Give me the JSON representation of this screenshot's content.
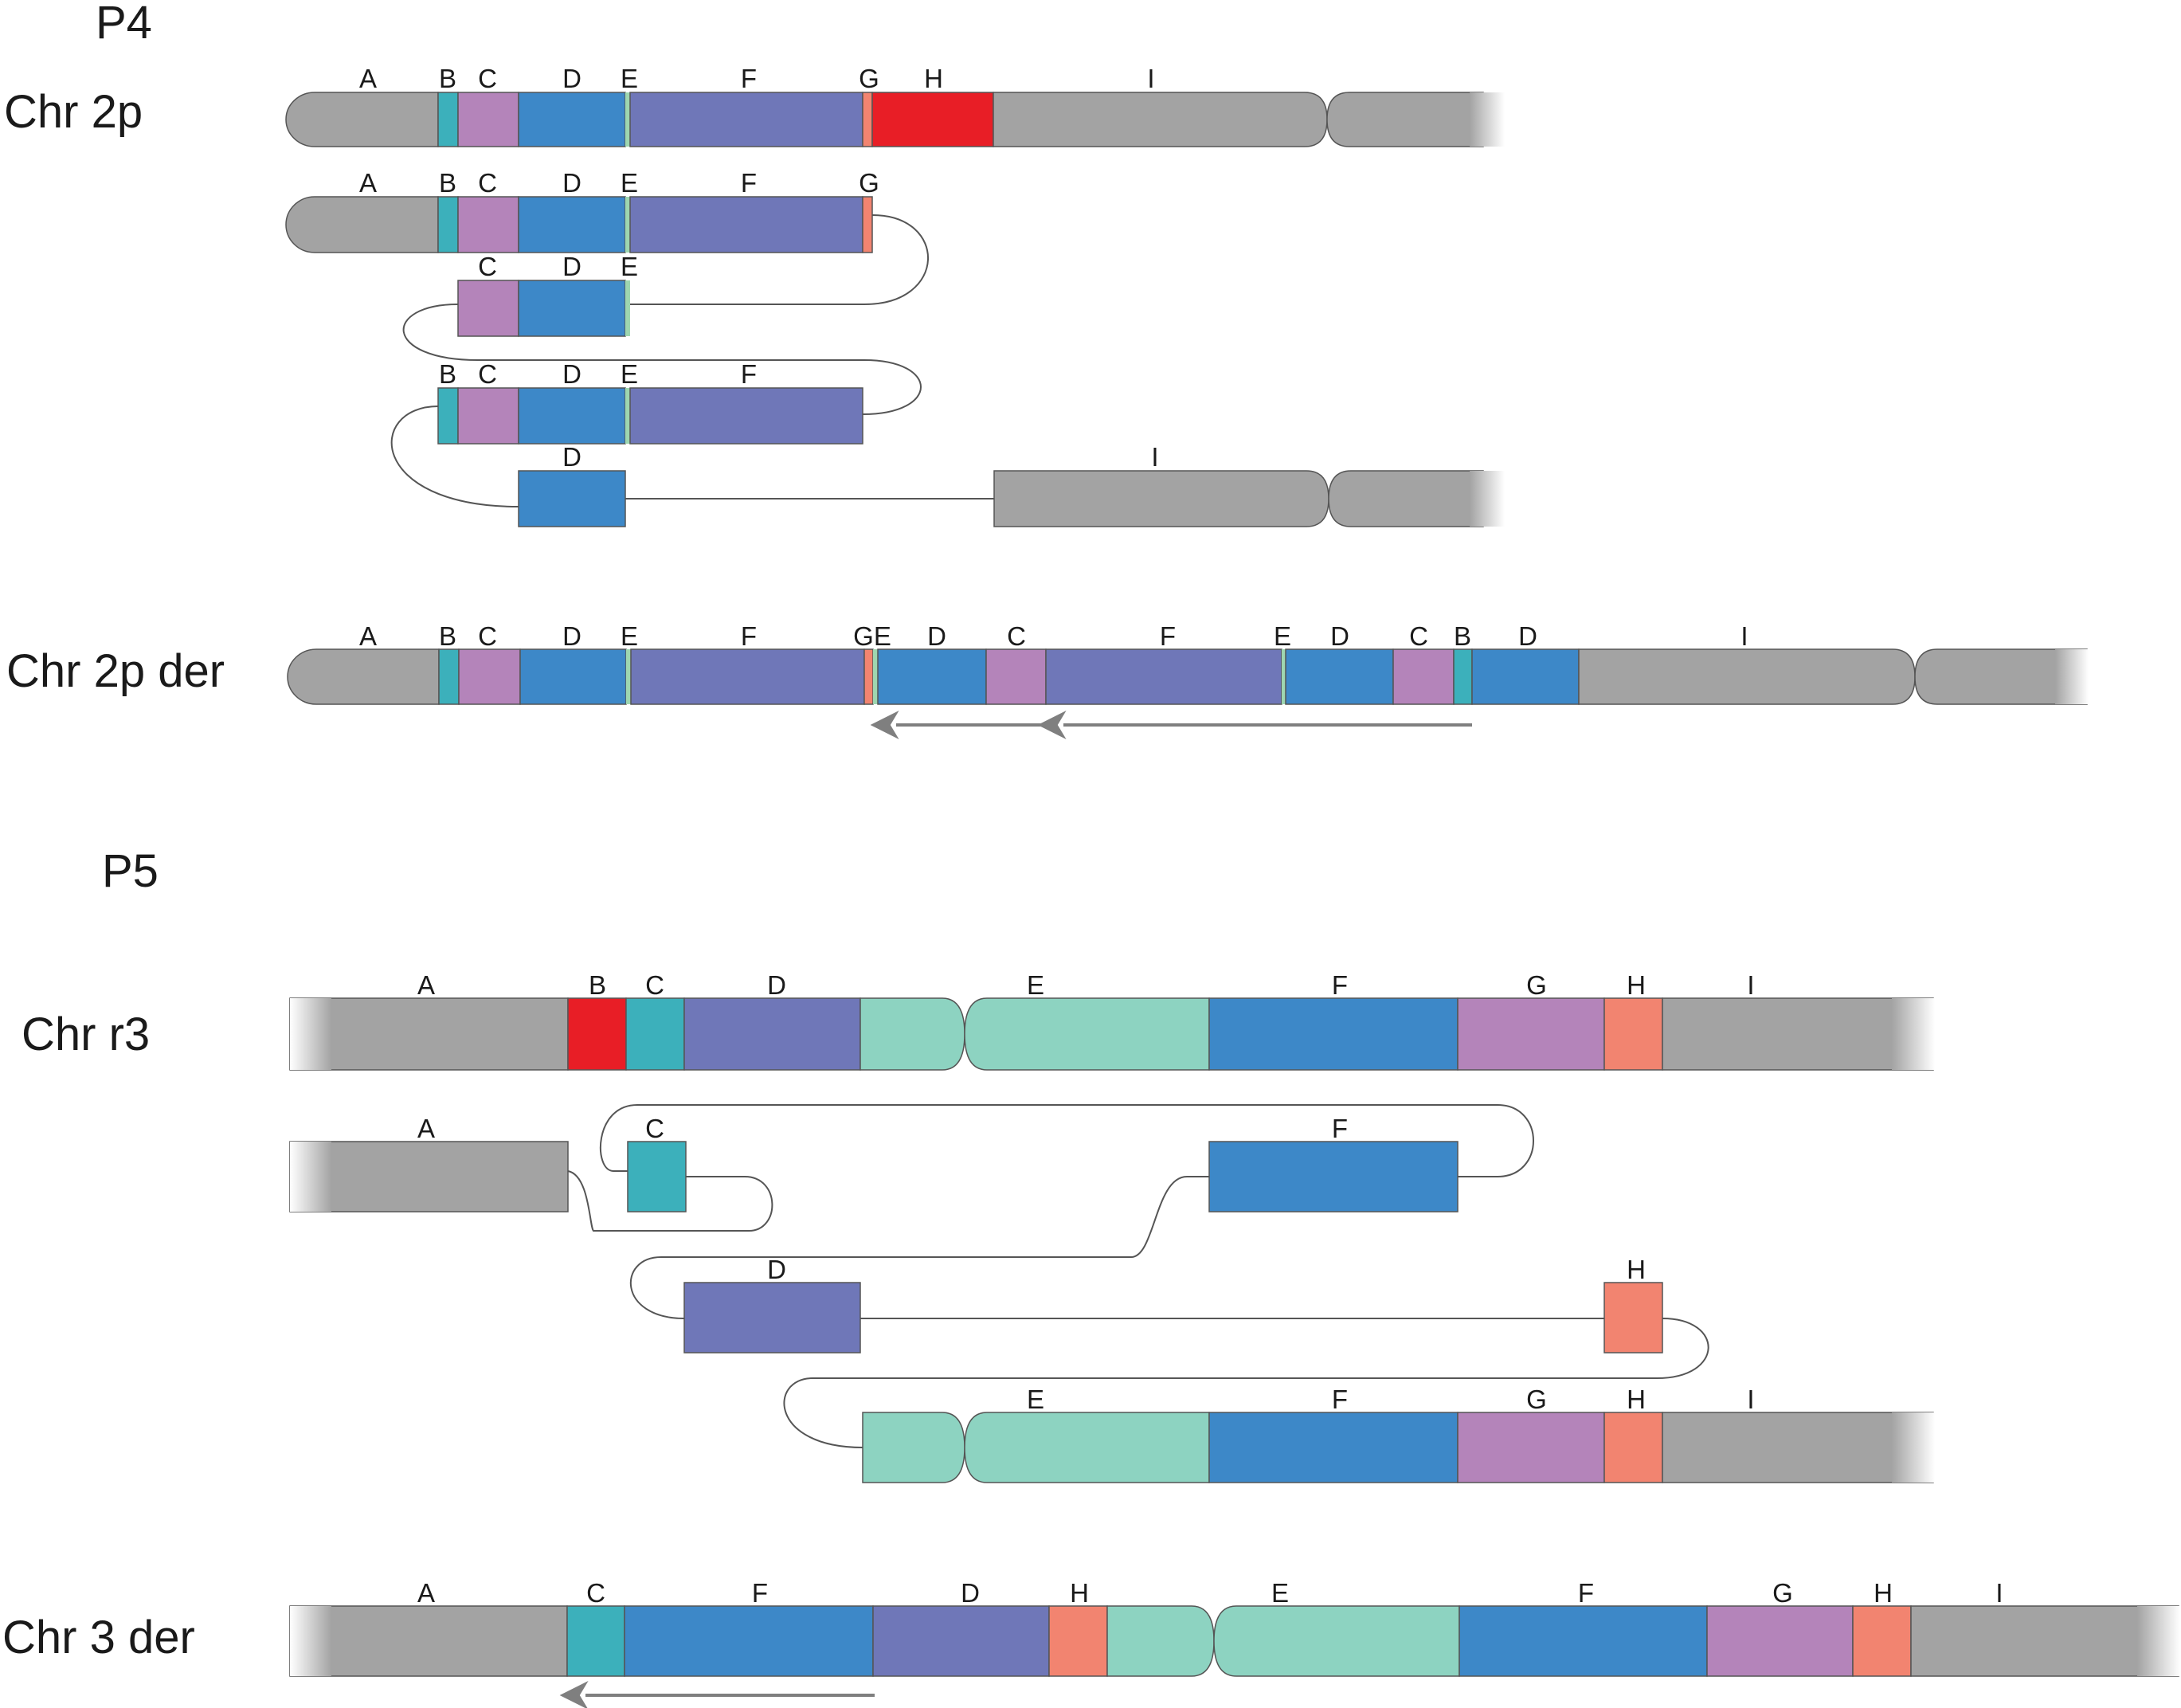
{
  "colors": {
    "gray": "#a3a3a3",
    "teal": "#3cb0bb",
    "lilac": "#b484ba",
    "blue": "#3d88c8",
    "thinGreen": "#9ed6b0",
    "purple": "#6f77b8",
    "salmon": "#f28470",
    "red": "#e81e26",
    "mint": "#8dd3c1",
    "arrow": "#7f7f7f"
  },
  "panels": [
    {
      "id": "P4",
      "label": "P4"
    },
    {
      "id": "P5",
      "label": "P5"
    }
  ],
  "chromosome_titles": {
    "chr2p": "Chr 2p",
    "chr2p_der": "Chr 2p der",
    "chr3": "Chr r3",
    "chr3_der": "Chr 3 der"
  },
  "segment_labels": {
    "A": "A",
    "B": "B",
    "C": "C",
    "D": "D",
    "E": "E",
    "F": "F",
    "G": "G",
    "H": "H",
    "I": "I",
    "GE": "GE"
  }
}
